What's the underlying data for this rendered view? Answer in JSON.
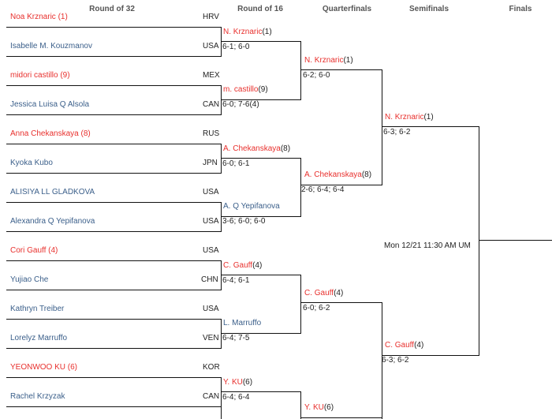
{
  "headers": {
    "r32": "Round of 32",
    "r16": "Round of 16",
    "qf": "Quarterfinals",
    "sf": "Semifinals",
    "final": "Finals"
  },
  "r32": [
    {
      "name": "Noa Krznaric (1)",
      "country": "HRV"
    },
    {
      "name": "Isabelle M. Kouzmanov",
      "country": "USA"
    },
    {
      "name": "midori castillo (9)",
      "country": "MEX"
    },
    {
      "name": "Jessica Luisa Q Alsola",
      "country": "CAN"
    },
    {
      "name": "Anna Chekanskaya (8)",
      "country": "RUS"
    },
    {
      "name": "Kyoka Kubo",
      "country": "JPN"
    },
    {
      "name": "ALISIYA LL GLADKOVA",
      "country": "USA"
    },
    {
      "name": "Alexandra Q Yepifanova",
      "country": "USA"
    },
    {
      "name": "Cori Gauff (4)",
      "country": "USA"
    },
    {
      "name": "Yujiao Che",
      "country": "CHN"
    },
    {
      "name": "Kathryn Treiber",
      "country": "USA"
    },
    {
      "name": "Lorelyz Marruffo",
      "country": "VEN"
    },
    {
      "name": "YEONWOO KU (6)",
      "country": "KOR"
    },
    {
      "name": "Rachel Krzyzak",
      "country": "CAN"
    }
  ],
  "r16": [
    {
      "name": "N. Krznaric",
      "seed": "(1)",
      "score": "6-1; 6-0"
    },
    {
      "name": "m. castillo",
      "seed": "(9)",
      "score": "6-0; 7-6(4)"
    },
    {
      "name": "A. Chekanskaya",
      "seed": "(8)",
      "score": "6-0; 6-1"
    },
    {
      "name": "A. Q Yepifanova",
      "seed": "",
      "score": "3-6; 6-0; 6-0"
    },
    {
      "name": "C. Gauff",
      "seed": "(4)",
      "score": "6-4; 6-1"
    },
    {
      "name": "L. Marruffo",
      "seed": "",
      "score": "6-4; 7-5"
    },
    {
      "name": "Y. KU",
      "seed": "(6)",
      "score": "6-4; 6-4"
    }
  ],
  "qf": [
    {
      "name": "N. Krznaric",
      "seed": "(1)",
      "score": "6-2; 6-0"
    },
    {
      "name": "A. Chekanskaya",
      "seed": "(8)",
      "score": "2-6; 6-4; 6-4"
    },
    {
      "name": "C. Gauff",
      "seed": "(4)",
      "score": "6-0; 6-2"
    },
    {
      "name": "Y. KU",
      "seed": "(6)",
      "score": ""
    }
  ],
  "sf": [
    {
      "name": "N. Krznaric",
      "seed": "(1)",
      "score": "6-3; 6-2"
    },
    {
      "name": "C. Gauff",
      "seed": "(4)",
      "score": "6-3; 6-2"
    }
  ],
  "final": {
    "schedule": "Mon 12/21 11:30 AM UM"
  }
}
